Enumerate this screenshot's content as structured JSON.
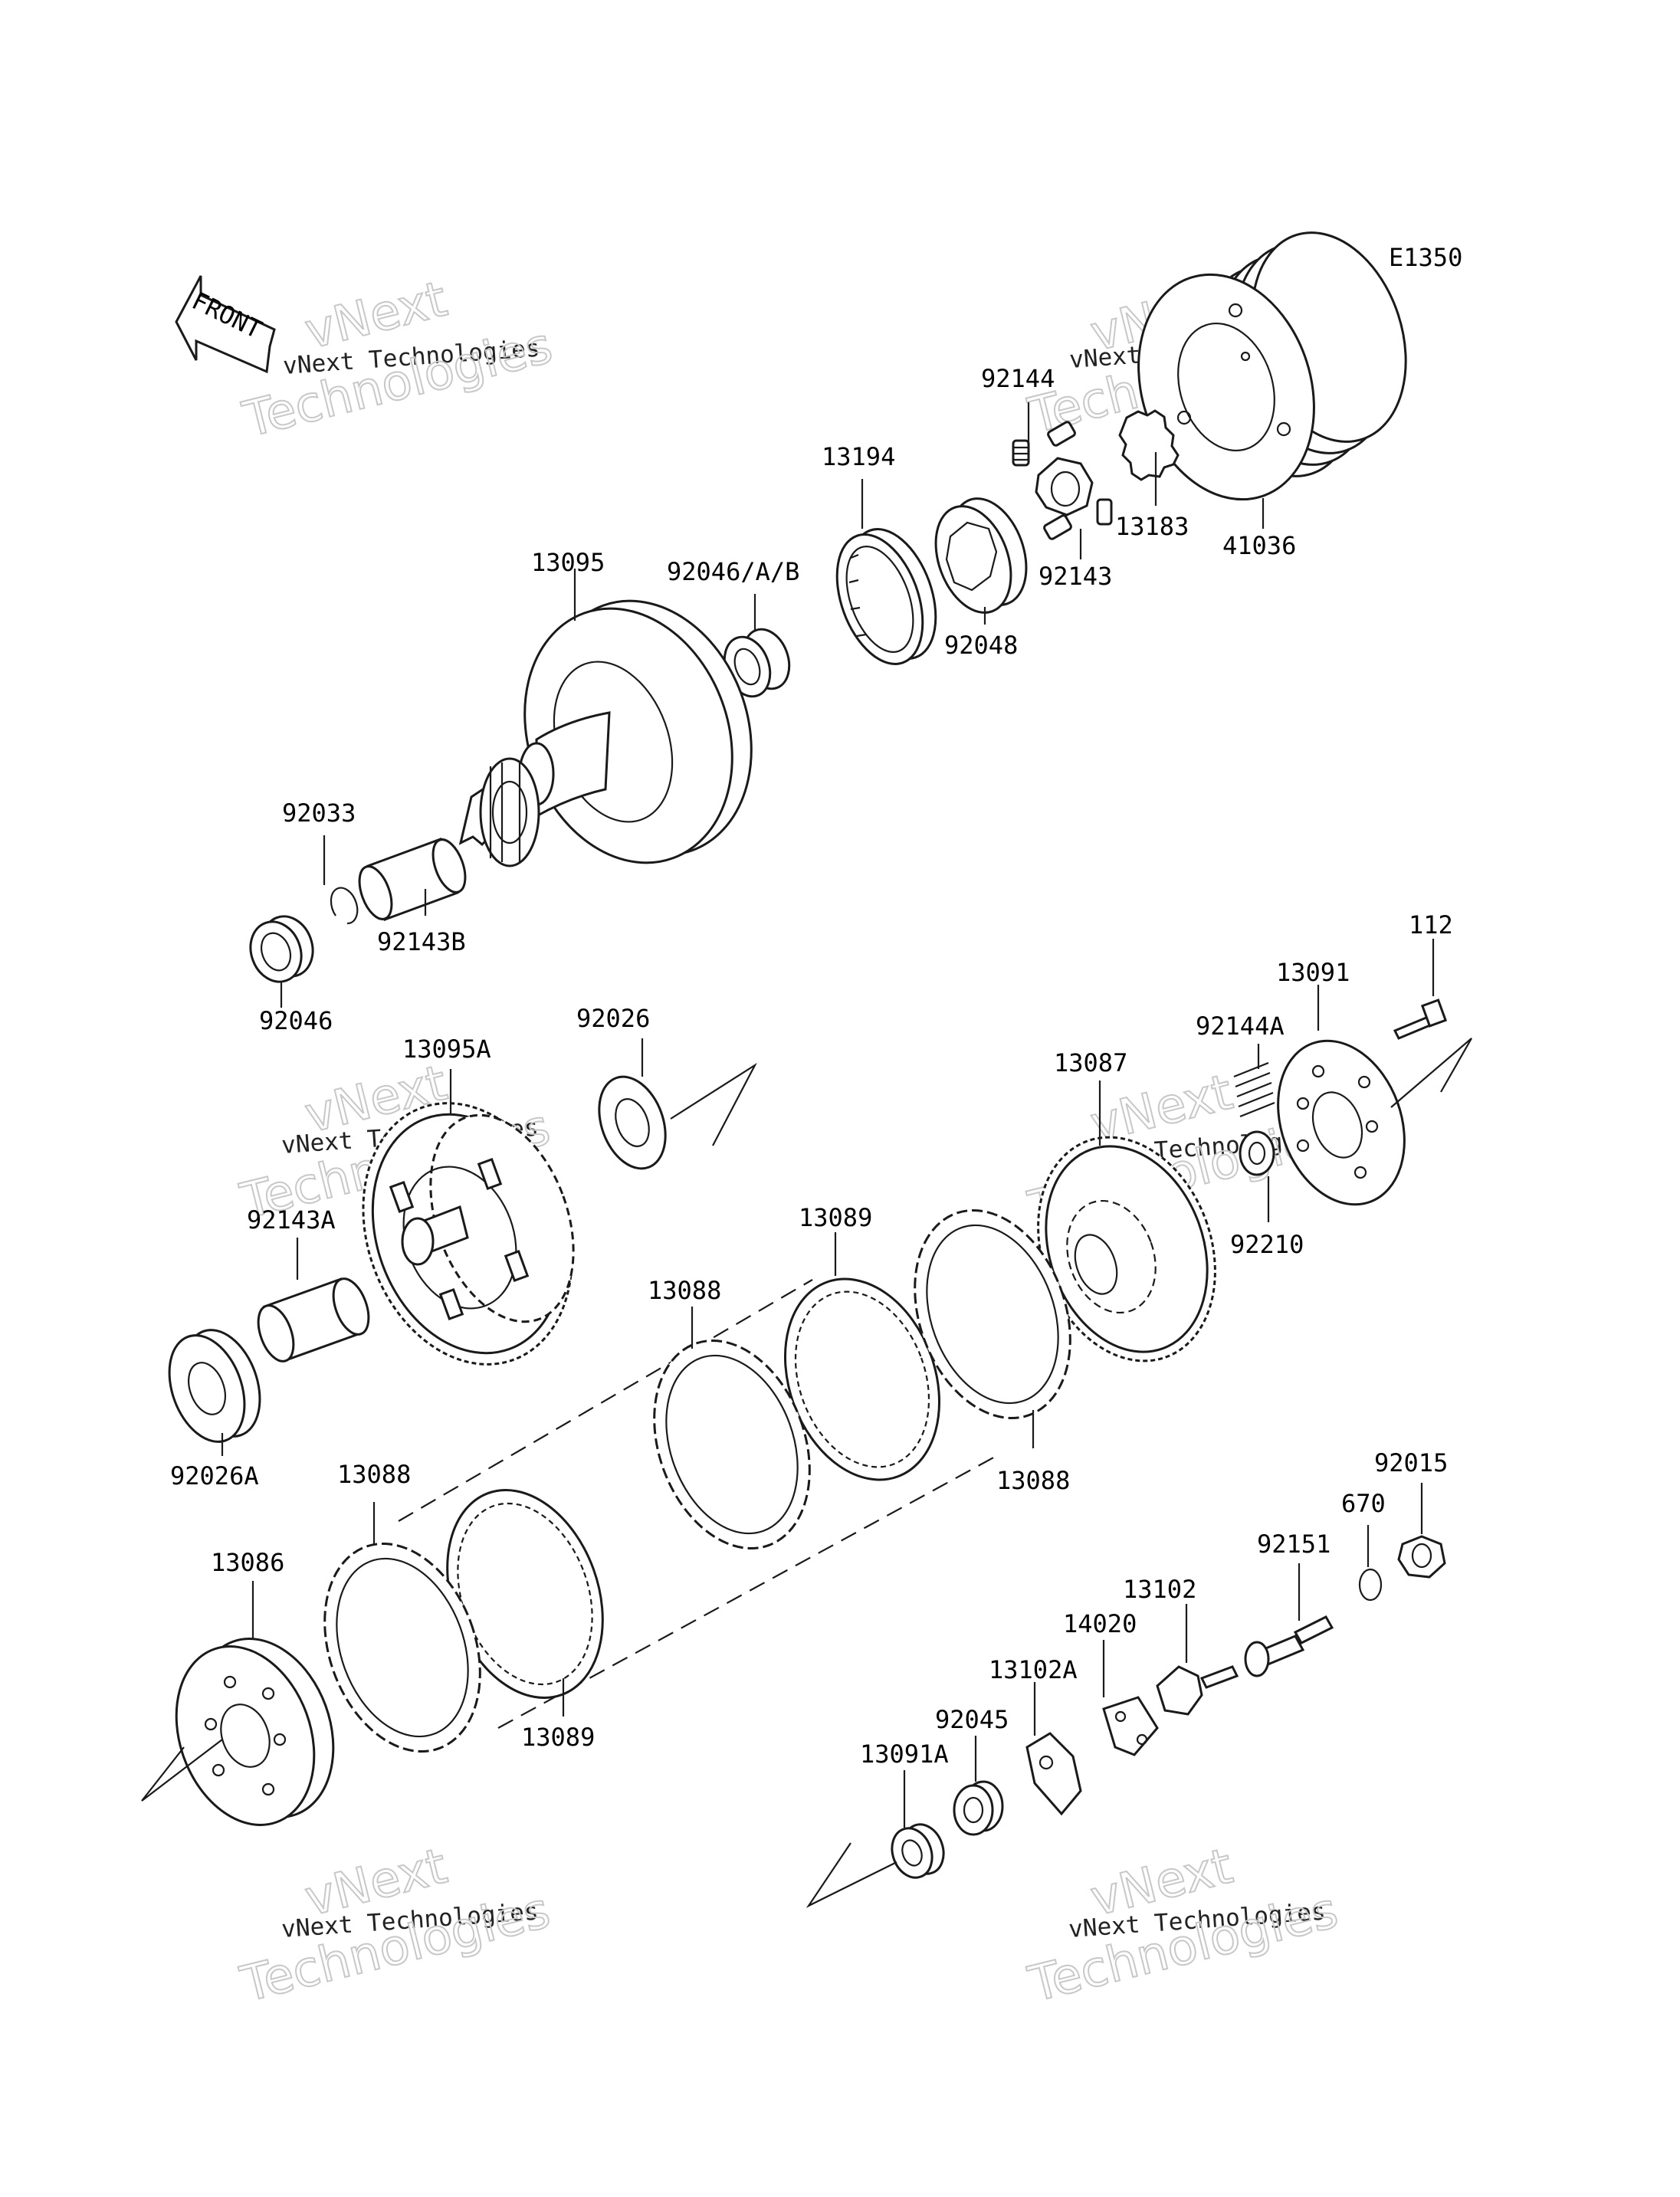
{
  "diagram_code": "E1350",
  "front_arrow": {
    "label": "FRONT",
    "icon": "front-direction-arrow-icon"
  },
  "watermark": {
    "line1": "vNext Technologies",
    "line2": "vNext",
    "line3": "Technologies"
  },
  "parts": {
    "p41036": "41036",
    "p92144": "92144",
    "p13194": "13194",
    "p13183": "13183",
    "p92143": "92143",
    "p13095": "13095",
    "p92046AB": "92046/A/B",
    "p92048": "92048",
    "p92033": "92033",
    "p92143B": "92143B",
    "p92046": "92046",
    "p112": "112",
    "p13091": "13091",
    "p92144A": "92144A",
    "p13095A": "13095A",
    "p92026": "92026",
    "p13087": "13087",
    "p92143A": "92143A",
    "p92210": "92210",
    "p13089top": "13089",
    "p13088mid": "13088",
    "p13088right": "13088",
    "p92026A": "92026A",
    "p13088left": "13088",
    "p13086": "13086",
    "p13089bot": "13089",
    "p92015": "92015",
    "p670": "670",
    "p92151": "92151",
    "p13102": "13102",
    "p14020": "14020",
    "p13102A": "13102A",
    "p92045": "92045",
    "p13091A": "13091A"
  }
}
